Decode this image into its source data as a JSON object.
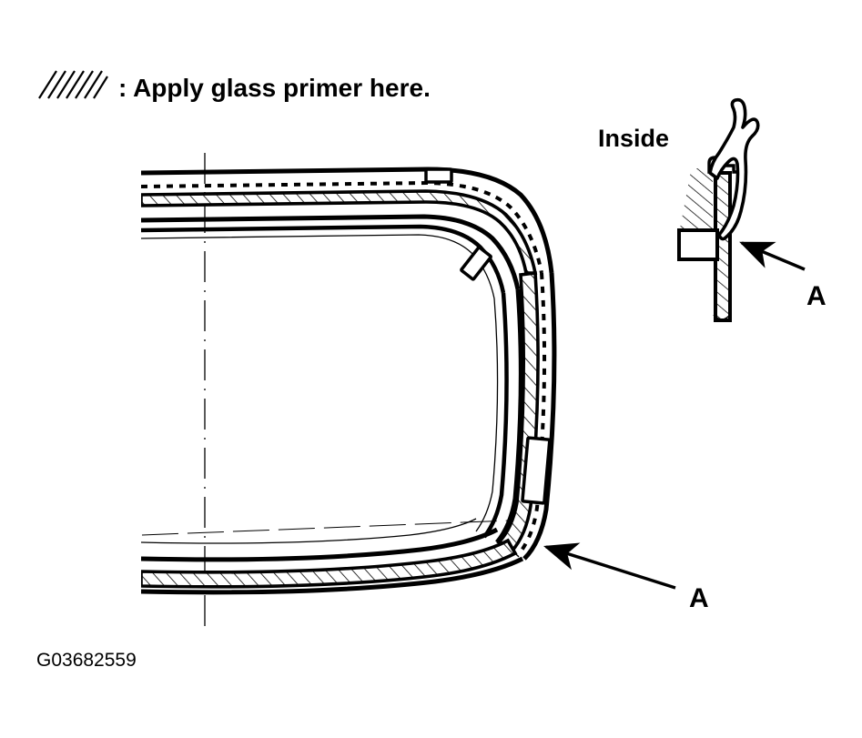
{
  "figure": {
    "id_code": "G03682559",
    "title": "Windshield glass primer application diagram",
    "background_color": "#ffffff",
    "line_color": "#000000"
  },
  "legend": {
    "swatch_name": "hatch-pattern-swatch",
    "text": ": Apply glass primer here."
  },
  "main_view": {
    "name": "windshield-half-view",
    "description": "Half view of windshield opening showing primer band along upper, right pillar and lower edges",
    "centerline_label": "",
    "clips": [
      {
        "name": "clip-top-right",
        "label": ""
      },
      {
        "name": "clip-upper-pillar",
        "label": ""
      },
      {
        "name": "clip-lower-pillar",
        "label": ""
      }
    ],
    "callout": {
      "label": "A",
      "arrow_name": "callout-arrow-a-main"
    }
  },
  "section_view": {
    "name": "section-a-a-detail",
    "inside_label": "Inside",
    "callout": {
      "label": "A",
      "arrow_name": "callout-arrow-a-section"
    },
    "parts": [
      {
        "name": "weatherstrip-molding",
        "label": ""
      },
      {
        "name": "glass-pane",
        "label": ""
      },
      {
        "name": "body-flange-hatched",
        "label": ""
      },
      {
        "name": "spacer-block",
        "label": ""
      }
    ]
  }
}
